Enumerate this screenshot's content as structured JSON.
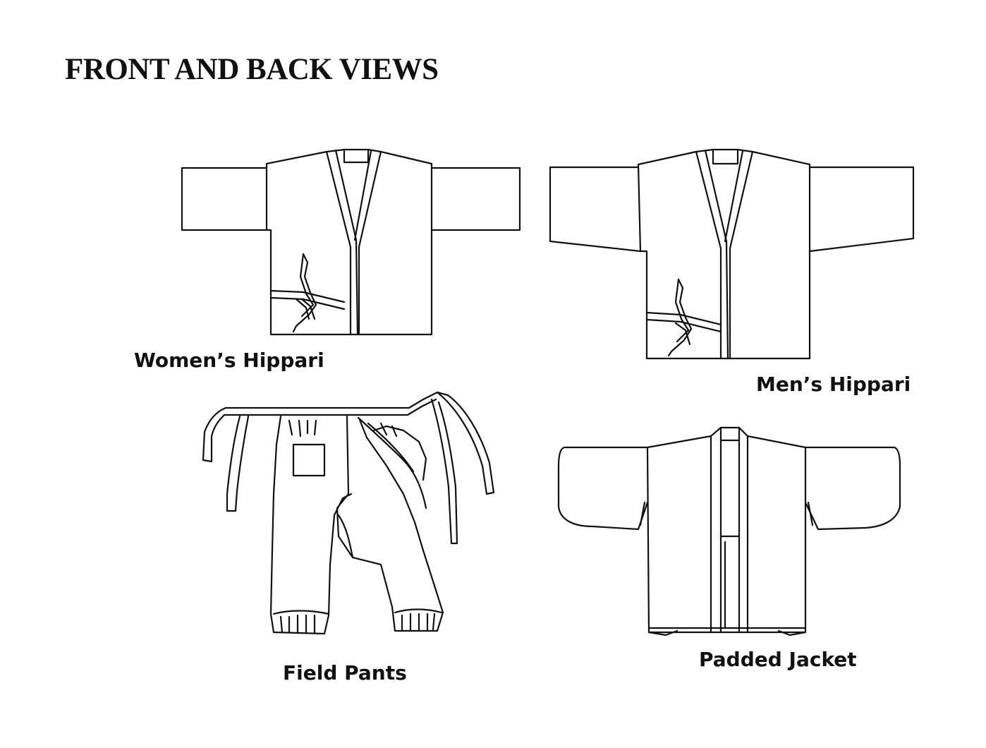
{
  "page": {
    "title": "FRONT AND BACK VIEWS"
  },
  "figures": [
    {
      "caption": "Women’s Hippari",
      "icon": "womens-hippari-drawing"
    },
    {
      "caption": "Men’s Hippari",
      "icon": "mens-hippari-drawing"
    },
    {
      "caption": "Field Pants",
      "icon": "field-pants-drawing"
    },
    {
      "caption": "Padded Jacket",
      "icon": "padded-jacket-drawing"
    }
  ],
  "colors": {
    "ink": "#111111",
    "paper": "#ffffff"
  }
}
